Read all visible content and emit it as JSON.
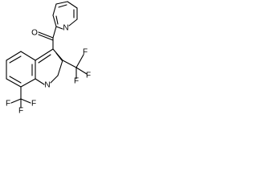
{
  "structure": {
    "atoms": {
      "oxygen": "O",
      "pyridine_nitrogen": "N",
      "quinoline_nitrogen": "N",
      "cf3_c2": {
        "f1": "F",
        "f2": "F",
        "f3": "F"
      },
      "cf3_c8": {
        "f1": "F",
        "f2": "F",
        "f3": "F"
      }
    },
    "colors": {
      "bonds": "#000000",
      "labels": "#000000",
      "background": "#ffffff"
    }
  }
}
